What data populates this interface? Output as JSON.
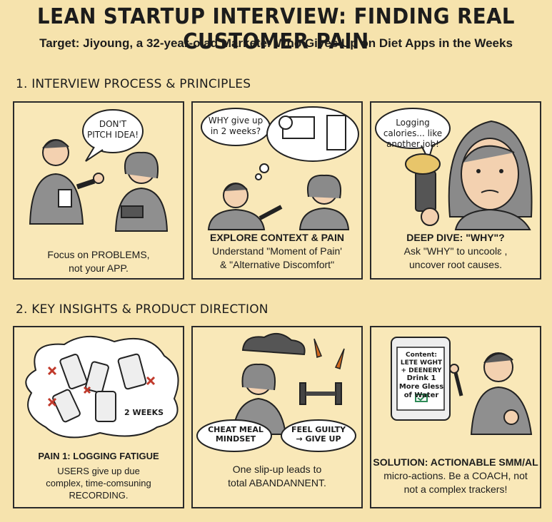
{
  "header": {
    "title": "LEAN STARTUP INTERVIEW: FINDING REAL CUSTOMER PAIN",
    "subtitle": "Target: Jiyoung, a 32-year-olad Marketer Who Gives Up on Diet Apps in the Weeks"
  },
  "section1": {
    "heading": "1. INTERVIEW PROCESS & PRINCIPLES",
    "panels": [
      {
        "bubble": "DON'T PITCH IDEA!",
        "caption_line1": "Focus on PROBLEMS,",
        "caption_line2": "not your APP."
      },
      {
        "bubble": "WHY give up in 2 weeks?",
        "caption_head": "EXPLORE CONTEXT & PAIN",
        "caption_line1": "Understand \"Moment of Pain'",
        "caption_line2": "& \"Alternative Discomfort\""
      },
      {
        "bubble": "Logging calories... like another job!",
        "caption_head": "DEEP DIVE: \"WHY\"?",
        "caption_line1": "Ask \"WHY\" to uncoolɛ ,",
        "caption_line2": "uncover root causes."
      }
    ]
  },
  "section2": {
    "heading": "2. KEY INSIGHTS & PRODUCT DIRECTION",
    "panels": [
      {
        "phone_label": "2 WEEKS",
        "caption_head": "PAIN 1: LOGGING FATIGUE",
        "caption_line1": "USERS give up due",
        "caption_line2": "complex, time-comsuning",
        "caption_line3": "RECORDING."
      },
      {
        "tag_left": "CHEAT MEAL MINDSET",
        "tag_right": "FEEL GUILTY → GIVE UP",
        "caption_line1": "One slip-up leads to",
        "caption_line2": "total ABANDANNENT."
      },
      {
        "screen_line1": "Content: LETE WGHT + DEENERY",
        "screen_line2": "Drink 1 More Gless of Water",
        "caption_head": "SOLUTION: ACTIONABLE SMM/AL",
        "caption_line1": "micro-actions. Be a COACH, not",
        "caption_line2": "not a complex trackers!"
      }
    ]
  }
}
